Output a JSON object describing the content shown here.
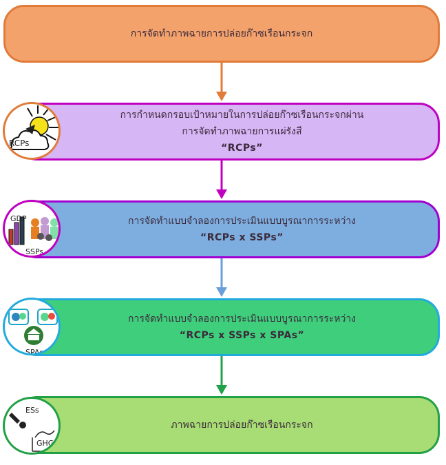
{
  "steps": [
    {
      "lines": [
        "การจัดทำภาพฉายการปล่อยก๊าซเรือนกระจก"
      ]
    },
    {
      "lines": [
        "การกำหนดกรอบเป้าหมายในการปล่อยก๊าซเรือนกระจกผ่าน",
        "การจัดทำภาพฉายการแผ่รังสี",
        "“RCPs”"
      ],
      "icon_label": "RCPs"
    },
    {
      "lines": [
        "การจัดทำแบบจำลองการประเมินแบบบูรณาการระหว่าง",
        "“RCPs x SSPs”"
      ],
      "icon_label": "SSPs",
      "icon_sublabel": "GDP"
    },
    {
      "lines": [
        "การจัดทำแบบจำลองการประเมินแบบบูรณาการระหว่าง",
        "“RCPs x SSPs x SPAs”"
      ],
      "icon_label": "SPAs"
    },
    {
      "lines": [
        "ภาพฉายการปล่อยก๊าซเรือนกระจก"
      ],
      "icon_label": "ESs",
      "icon_sublabel": "GHG"
    }
  ],
  "colors": {
    "step1_fill": "#f4a26c",
    "step1_border": "#e07b39",
    "step2_fill": "#d7b6f6",
    "step2_border": "#c000c0",
    "step3_fill": "#7eaee0",
    "step3_border": "#a000d0",
    "step4_fill": "#3fcf7c",
    "step4_border": "#22aadd",
    "step5_fill": "#a8dc74",
    "step5_border": "#22a045",
    "arrow1": "#e07b39",
    "arrow2": "#c000c0",
    "arrow3": "#6a9fd8",
    "arrow4": "#1fa24a"
  },
  "icons": [
    "sun-cloud-icon",
    "demographics-icon",
    "policy-icon",
    "emission-icon"
  ]
}
